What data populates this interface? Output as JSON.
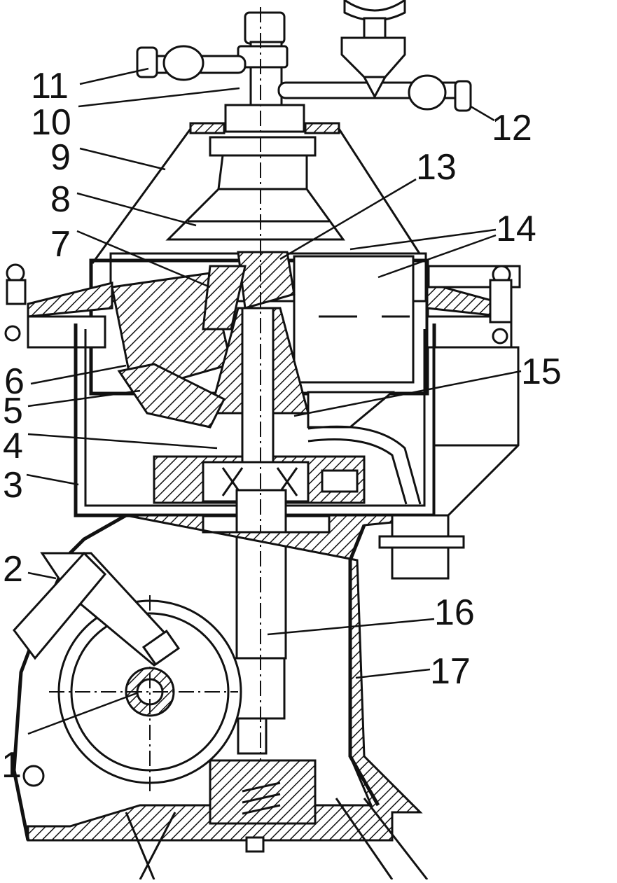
{
  "diagram": {
    "callouts": [
      {
        "label": "1"
      },
      {
        "label": "2"
      },
      {
        "label": "3"
      },
      {
        "label": "4"
      },
      {
        "label": "5"
      },
      {
        "label": "6"
      },
      {
        "label": "7"
      },
      {
        "label": "8"
      },
      {
        "label": "9"
      },
      {
        "label": "10"
      },
      {
        "label": "11"
      },
      {
        "label": "12"
      },
      {
        "label": "13"
      },
      {
        "label": "14"
      },
      {
        "label": "15"
      },
      {
        "label": "16"
      },
      {
        "label": "17"
      }
    ]
  }
}
